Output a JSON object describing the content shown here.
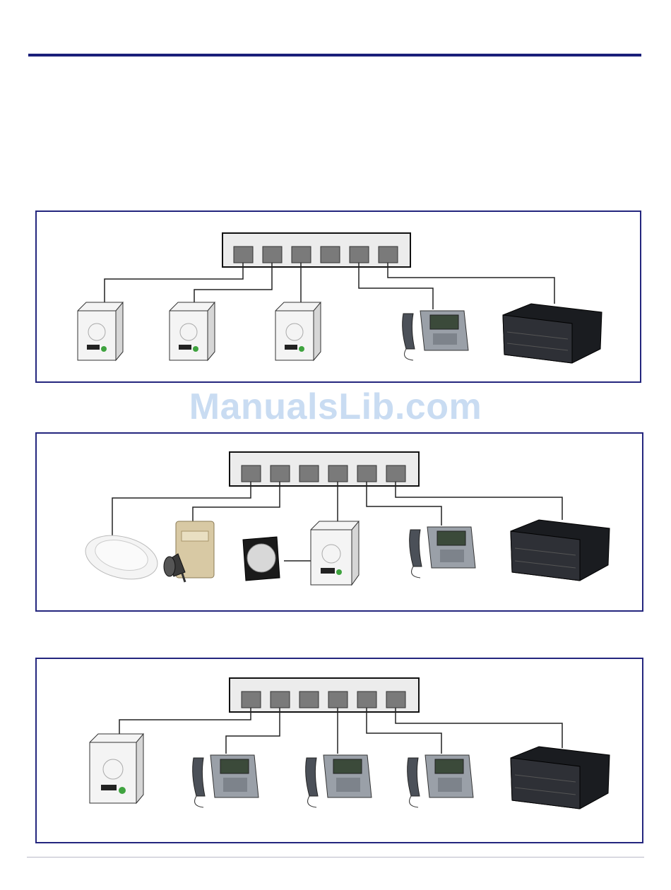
{
  "watermark": "ManualsLib.com",
  "colors": {
    "rule": "#1a1f7a",
    "panel_border": "#24267e",
    "switch_port": "#7a7a7a",
    "line": "#222222"
  },
  "diagrams": [
    {
      "devices": [
        "intercom",
        "intercom",
        "intercom",
        "ip-phone",
        "server"
      ]
    },
    {
      "devices": [
        "ceiling-speaker",
        "paging-adapter",
        "horn-speaker",
        "strobe-light",
        "intercom",
        "ip-phone",
        "server"
      ]
    },
    {
      "devices": [
        "intercom",
        "ip-phone",
        "ip-phone",
        "ip-phone",
        "server"
      ]
    }
  ]
}
